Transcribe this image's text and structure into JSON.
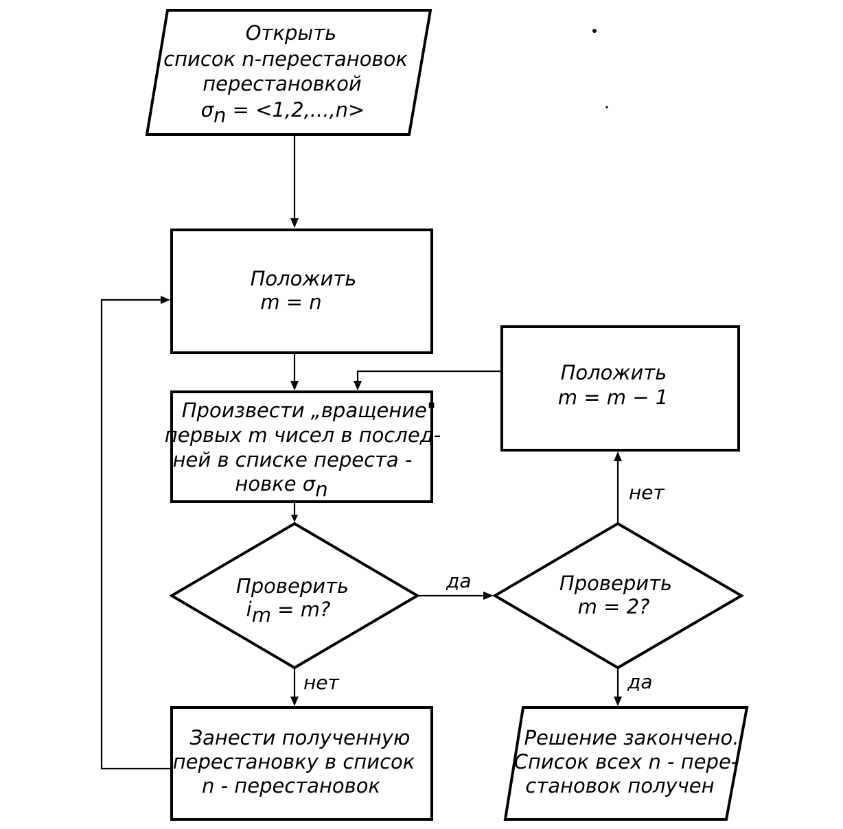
{
  "nodes": {
    "open": {
      "lines": [
        "Открыть",
        "список n-перестановок",
        "перестановкой"
      ],
      "formula": {
        "sigma": "σ",
        "sub": "n",
        "rest": " = <1,2,...,n>"
      }
    },
    "set_m_n": {
      "lines": [
        "Положить",
        "m = n"
      ]
    },
    "rotate": {
      "lines": [
        "Произвести „вращение\"",
        "первых m чисел в послед-",
        "ней в списке переста -"
      ],
      "last": {
        "text": "новке σ",
        "sub": "n"
      }
    },
    "check_im": {
      "line1": "Проверить",
      "formula": {
        "i": "i",
        "sub": "m",
        "rest": " = m?"
      }
    },
    "check_m2": {
      "lines": [
        "Проверить",
        "m = 2?"
      ]
    },
    "set_m_dec": {
      "lines": [
        "Положить",
        "m = m − 1"
      ]
    },
    "record": {
      "lines": [
        "Занести полученную",
        "перестановку в список",
        "n - перестановок"
      ]
    },
    "done": {
      "lines": [
        "Решение закончено.",
        "Список всех n - пере-",
        "становок получен"
      ]
    }
  },
  "edge_labels": {
    "im_yes": "да",
    "im_no": "нет",
    "m2_no": "нет",
    "m2_yes": "да"
  }
}
